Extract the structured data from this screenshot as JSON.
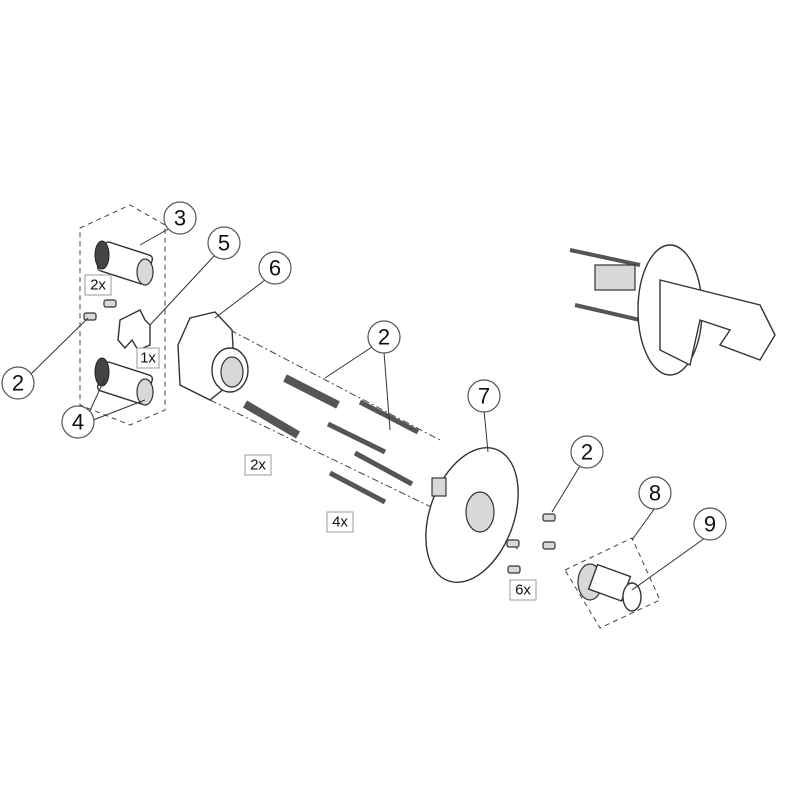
{
  "callouts": [
    {
      "id": "c3",
      "label": "3"
    },
    {
      "id": "c5",
      "label": "5"
    },
    {
      "id": "c6",
      "label": "6"
    },
    {
      "id": "c2a",
      "label": "2"
    },
    {
      "id": "c4",
      "label": "4"
    },
    {
      "id": "c2b",
      "label": "2"
    },
    {
      "id": "c7",
      "label": "7"
    },
    {
      "id": "c2c",
      "label": "2"
    },
    {
      "id": "c8",
      "label": "8"
    },
    {
      "id": "c9",
      "label": "9"
    }
  ],
  "quantities": [
    {
      "id": "q1",
      "label": "2x"
    },
    {
      "id": "q2",
      "label": "1x"
    },
    {
      "id": "q3",
      "label": "2x"
    },
    {
      "id": "q4",
      "label": "4x"
    },
    {
      "id": "q5",
      "label": "6x"
    }
  ]
}
